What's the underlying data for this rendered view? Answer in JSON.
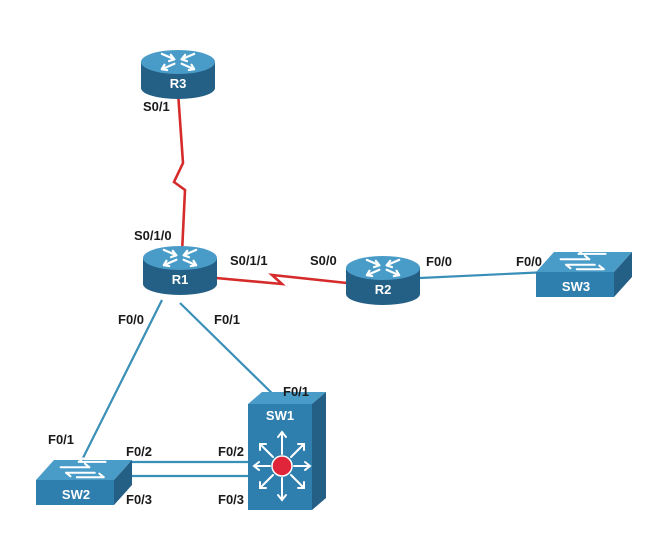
{
  "colors": {
    "ethernet_link": "#3a8fb8",
    "serial_link": "#d62b2b",
    "device_fill": "#2f7fae",
    "device_top": "#4a9cc8",
    "multilayer_center": "#e0243a",
    "label_text": "#1a1a1a"
  },
  "devices": {
    "r1": {
      "label": "R1",
      "icon": "router-icon"
    },
    "r2": {
      "label": "R2",
      "icon": "router-icon"
    },
    "r3": {
      "label": "R3",
      "icon": "router-icon"
    },
    "sw1": {
      "label": "SW1",
      "icon": "multilayer-switch-icon"
    },
    "sw2": {
      "label": "SW2",
      "icon": "switch-icon"
    },
    "sw3": {
      "label": "SW3",
      "icon": "switch-icon"
    }
  },
  "interfaces": {
    "r3_s01": "S0/1",
    "r1_s010": "S0/1/0",
    "r1_s011": "S0/1/1",
    "r1_f00": "F0/0",
    "r1_f01": "F0/1",
    "r2_s00": "S0/0",
    "r2_f00": "F0/0",
    "sw3_f00": "F0/0",
    "sw1_f01": "F0/1",
    "sw1_f02": "F0/2",
    "sw1_f03": "F0/3",
    "sw2_f01": "F0/1",
    "sw2_f02": "F0/2",
    "sw2_f03": "F0/3"
  },
  "links": [
    {
      "from": "R3",
      "to": "R1",
      "type": "serial"
    },
    {
      "from": "R1",
      "to": "R2",
      "type": "serial"
    },
    {
      "from": "R2",
      "to": "SW3",
      "type": "ethernet"
    },
    {
      "from": "R1",
      "to": "SW2",
      "type": "ethernet"
    },
    {
      "from": "R1",
      "to": "SW1",
      "type": "ethernet"
    },
    {
      "from": "SW2",
      "to": "SW1",
      "type": "ethernet"
    },
    {
      "from": "SW2",
      "to": "SW1",
      "type": "ethernet"
    }
  ]
}
